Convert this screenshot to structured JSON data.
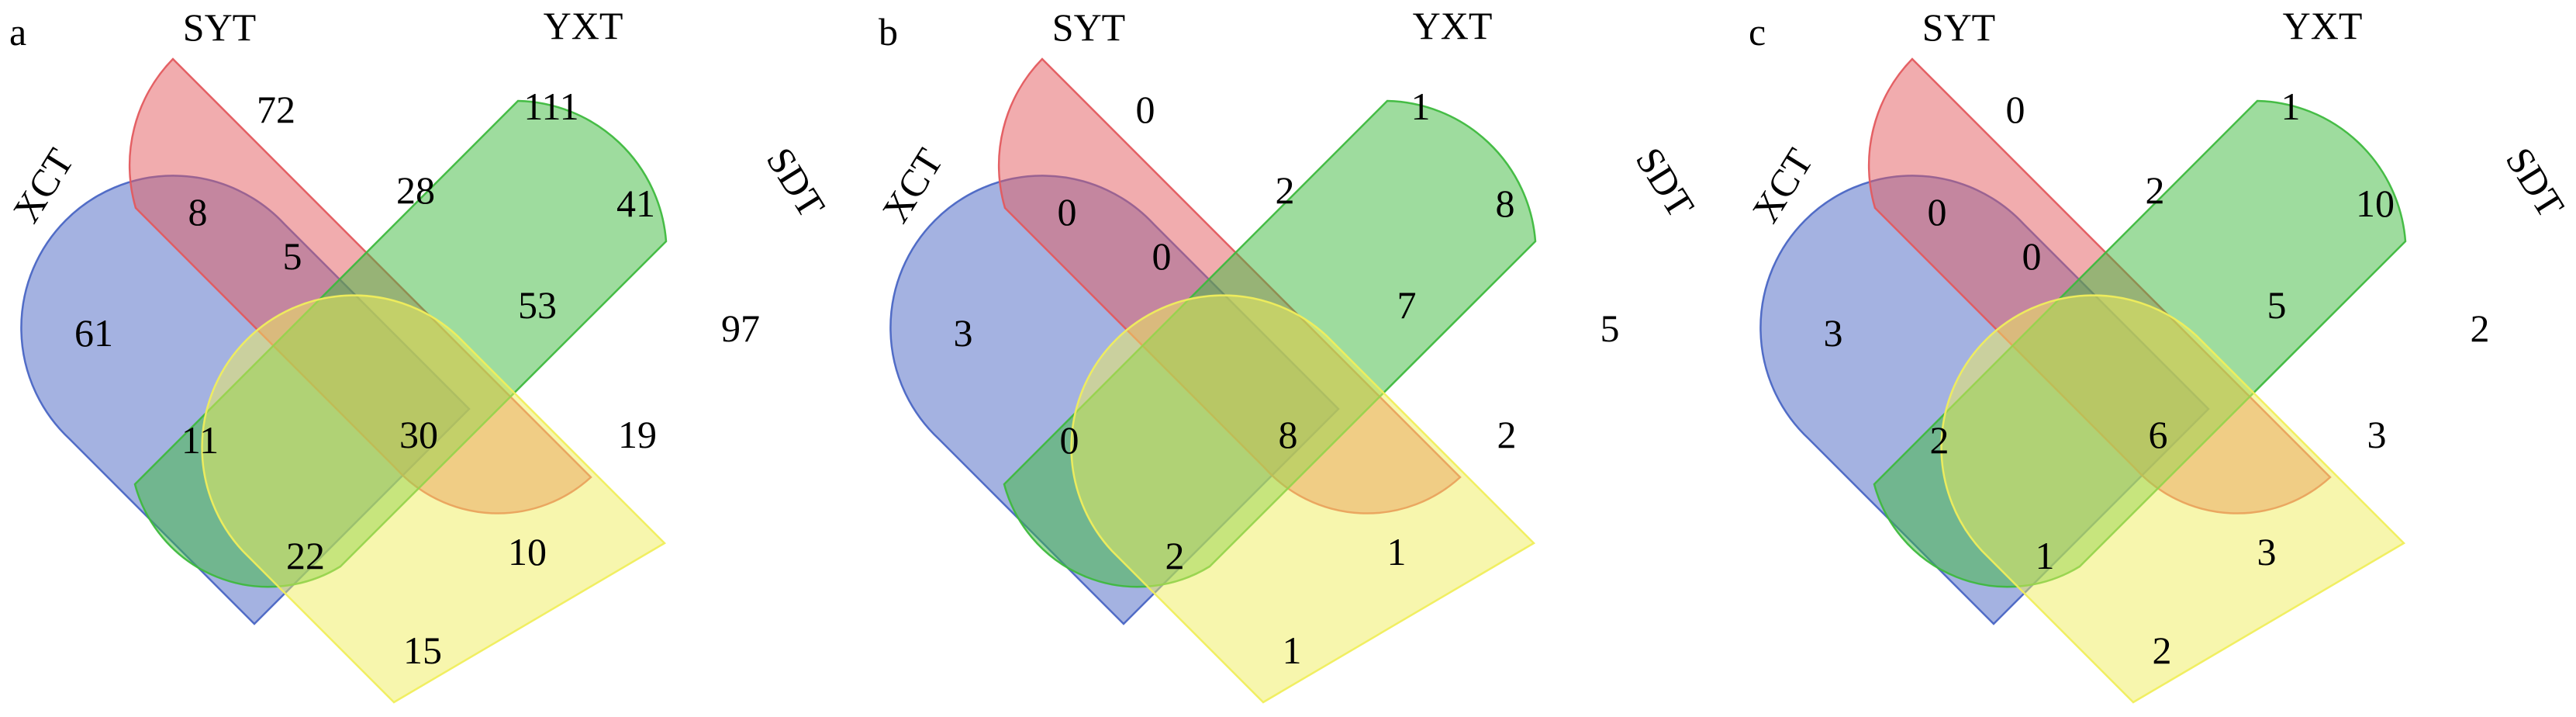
{
  "colors": {
    "xct": "#4a66c4",
    "syt": "#e35a5e",
    "yxt": "#3eb93e",
    "sdt": "#f0ee5c"
  },
  "panels": [
    {
      "label": "a",
      "set_labels": [
        "XCT",
        "SYT",
        "YXT",
        "SDT"
      ],
      "counts": {
        "syt_only": "72",
        "yxt_only": "111",
        "xct_only": "61",
        "sdt_only": "97",
        "xct_syt": "8",
        "syt_yxt": "28",
        "yxt_sdt": "41",
        "xct_syt_yxt": "5",
        "syt_yxt_sdt": "53",
        "xct_yxt": "11",
        "all": "30",
        "syt_sdt": "19",
        "xct_yxt_sdt": "22",
        "xct_syt_sdt": "10",
        "xct_sdt": "15"
      }
    },
    {
      "label": "b",
      "set_labels": [
        "XCT",
        "SYT",
        "YXT",
        "SDT"
      ],
      "counts": {
        "syt_only": "0",
        "yxt_only": "1",
        "xct_only": "3",
        "sdt_only": "5",
        "xct_syt": "0",
        "syt_yxt": "2",
        "yxt_sdt": "8",
        "xct_syt_yxt": "0",
        "syt_yxt_sdt": "7",
        "xct_yxt": "0",
        "all": "8",
        "syt_sdt": "2",
        "xct_yxt_sdt": "2",
        "xct_syt_sdt": "1",
        "xct_sdt": "1"
      }
    },
    {
      "label": "c",
      "set_labels": [
        "XCT",
        "SYT",
        "YXT",
        "SDT"
      ],
      "counts": {
        "syt_only": "0",
        "yxt_only": "1",
        "xct_only": "3",
        "sdt_only": "2",
        "xct_syt": "0",
        "syt_yxt": "2",
        "yxt_sdt": "10",
        "xct_syt_yxt": "0",
        "syt_yxt_sdt": "5",
        "xct_yxt": "2",
        "all": "6",
        "syt_sdt": "3",
        "xct_yxt_sdt": "1",
        "xct_syt_sdt": "3",
        "xct_sdt": "2"
      }
    }
  ]
}
